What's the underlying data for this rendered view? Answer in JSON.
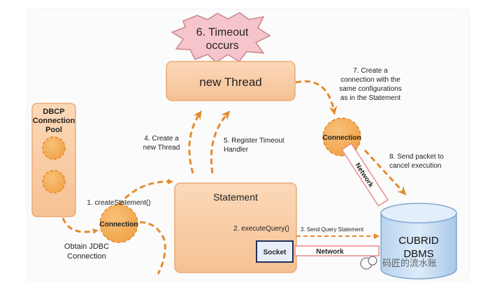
{
  "colors": {
    "box_fill": "#f9cda5",
    "box_stroke": "#e9a978",
    "arrow": "#e58a2c",
    "star_fill": "#f6c4cb",
    "star_stroke": "#c9878e",
    "db_fill": "#cfe2f5",
    "db_stroke": "#7fa7cf",
    "bar_stroke": "#e98a8a"
  },
  "timeout": {
    "line1": "6. Timeout",
    "line2": "occurs"
  },
  "thread": {
    "label": "new Thread"
  },
  "pool": {
    "line1": "DBCP",
    "line2": "Connection",
    "line3": "Pool"
  },
  "statement": {
    "label": "Statement",
    "execute": "2. executeQuery()"
  },
  "socket": {
    "label": "Socket"
  },
  "network_bottom": {
    "label": "Network"
  },
  "network_diag": {
    "label": "Network"
  },
  "connection_left": {
    "label": "Connection"
  },
  "connection_right": {
    "label": "Connection"
  },
  "db": {
    "line1": "CUBRID",
    "line2": "DBMS"
  },
  "steps": {
    "s1": "1. createStatement()",
    "s3": "3. Send Query Statement",
    "s4_line1": "4. Create a",
    "s4_line2": "new Thread",
    "s5_line1": "5. Register Timeout",
    "s5_line2": "Handler",
    "s7_line1": "7. Create a",
    "s7_line2": "connection with the",
    "s7_line3": "same configurations",
    "s7_line4": "as in the Statement",
    "s8_line1": "8. Send packet to",
    "s8_line2": "cancel execution"
  },
  "obtain": {
    "line1": "Obtain JDBC",
    "line2": "Connection"
  },
  "watermark": {
    "label": "码匠的流水账"
  }
}
